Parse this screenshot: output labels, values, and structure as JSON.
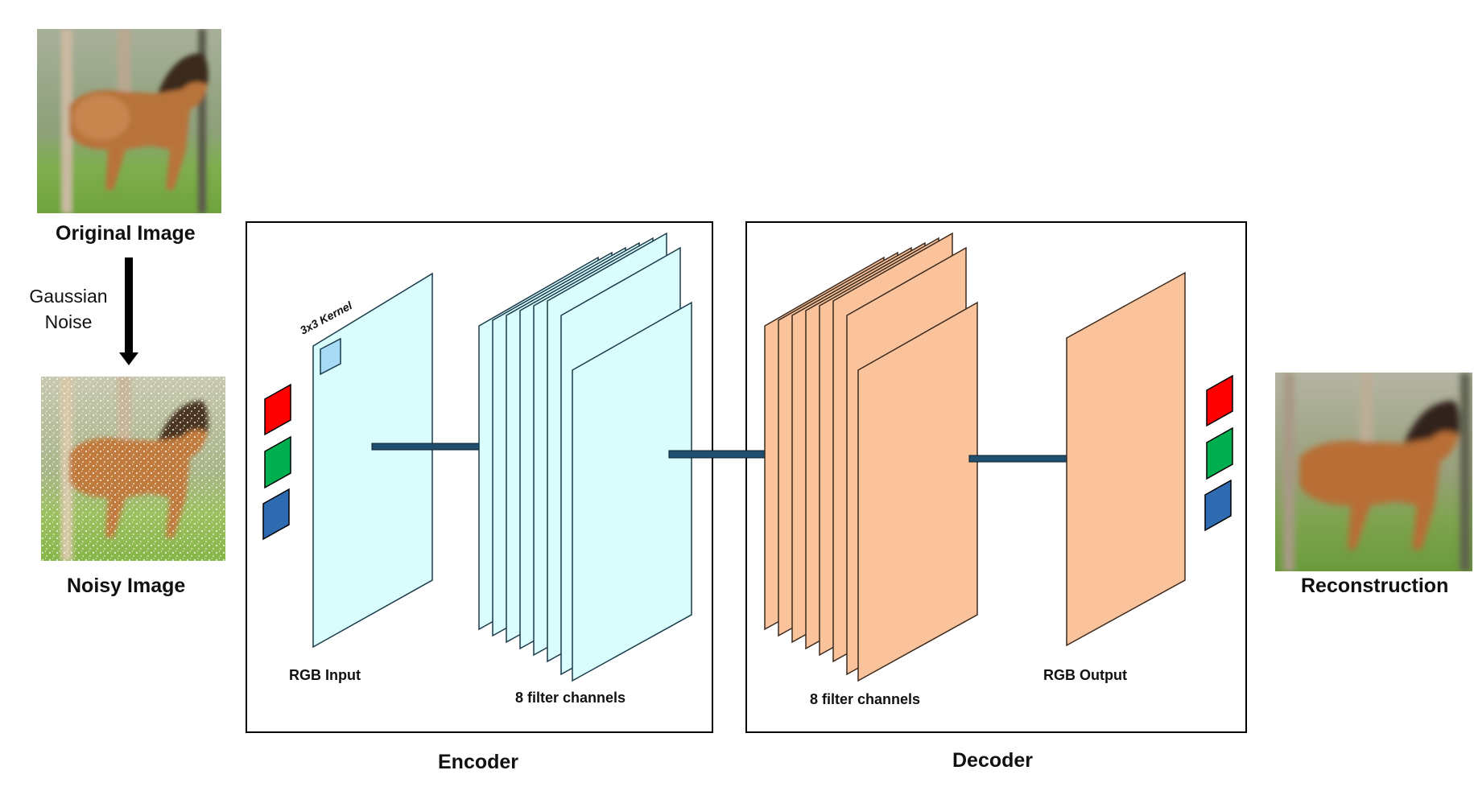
{
  "labels": {
    "original_image": "Original Image",
    "gaussian_noise_line1": "Gaussian",
    "gaussian_noise_line2": "Noise",
    "noisy_image": "Noisy Image",
    "reconstruction": "Reconstruction",
    "kernel": "3x3 Kernel",
    "rgb_input": "RGB Input",
    "encoder_channels": "8 filter channels",
    "decoder_channels": "8 filter channels",
    "rgb_output": "RGB Output",
    "encoder": "Encoder",
    "decoder": "Decoder"
  },
  "colors": {
    "encoder_fill": "#d9fdfd",
    "decoder_fill": "#fbc39c",
    "kernel_fill": "#a7dbf5",
    "arrow_fill": "#1f4e6e",
    "channel_red": "#ff0000",
    "channel_green": "#00b050",
    "channel_blue": "#2e6bb0"
  },
  "icons": {
    "original_image": "blurry-horse-photo",
    "noisy_image": "noisy-horse-photo",
    "reconstruction": "reconstructed-horse-photo"
  }
}
